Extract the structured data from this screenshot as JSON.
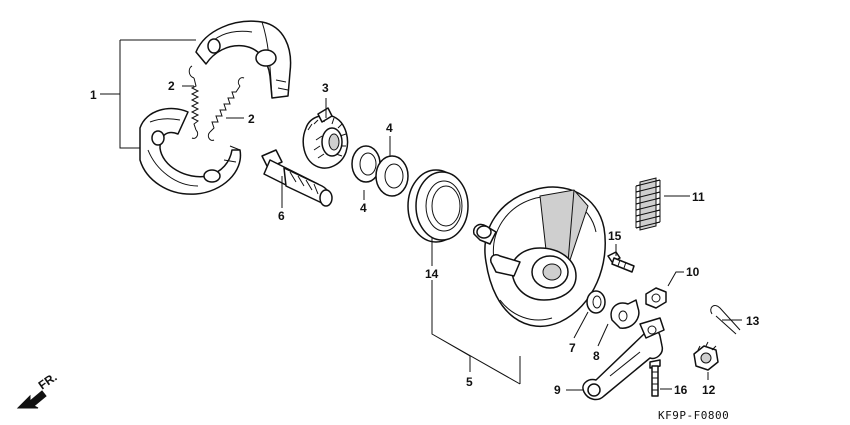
{
  "diagram": {
    "callouts": [
      "1",
      "2",
      "2",
      "3",
      "4",
      "4",
      "6",
      "14",
      "5",
      "15",
      "11",
      "10",
      "13",
      "7",
      "8",
      "9",
      "16",
      "12"
    ],
    "direction_label": "FR.",
    "drawing_code": "KF9P-F0800"
  }
}
